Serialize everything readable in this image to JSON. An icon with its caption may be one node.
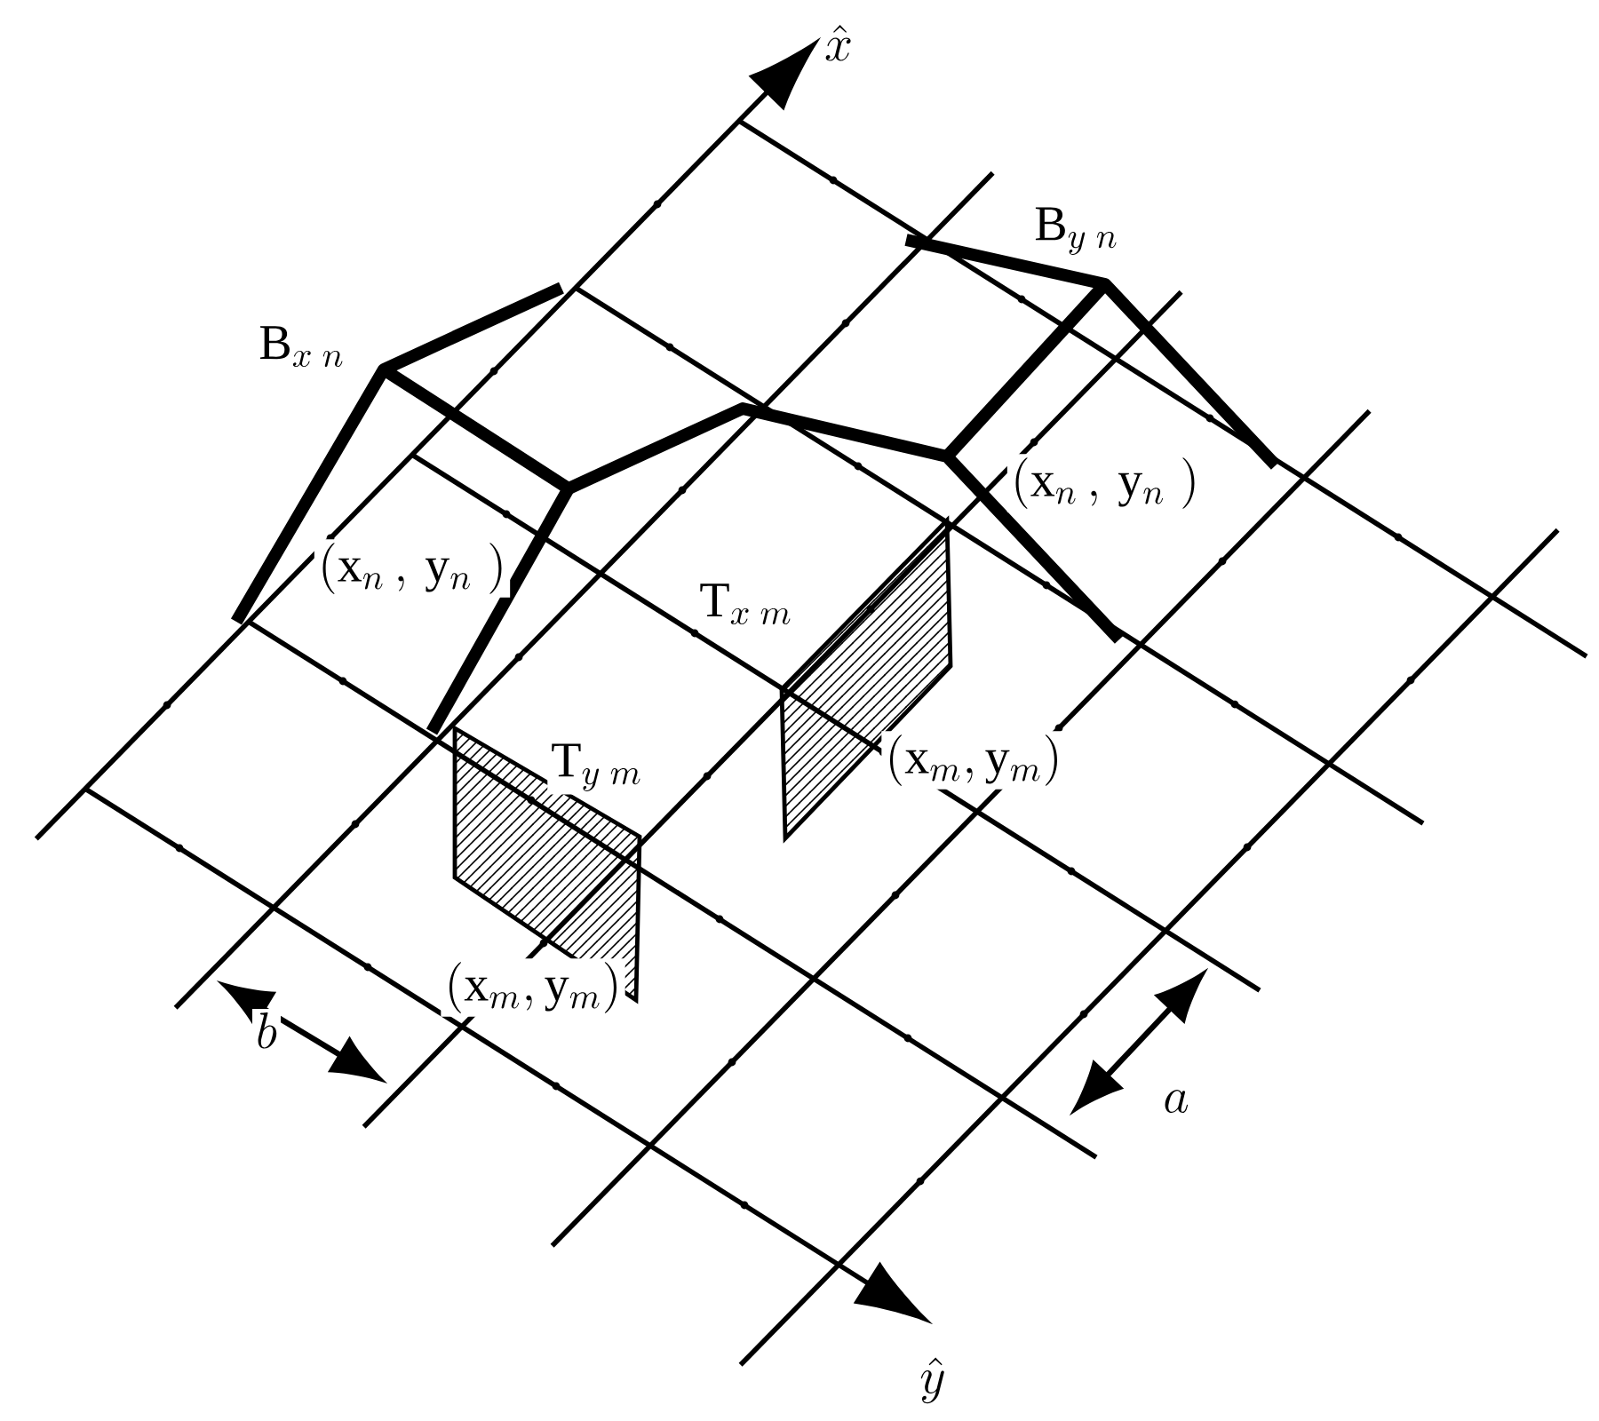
{
  "diagram": {
    "labels": [
      "\\hat{x}",
      "\\mathrm{B}_{y\\;n}",
      "\\mathrm{B}_{x\\;n}",
      "(\\mathrm{x}_{n}\\,,\\,\\mathrm{y}_{n}\\;)",
      "(\\mathrm{x}_{n}\\,,\\,\\mathrm{y}_{n}\\;)",
      "\\mathrm{T}_{x\\;m}",
      "\\mathrm{T}_{y\\;m}",
      "(\\mathrm{x}_{m},\\mathrm{y}_{m})",
      "(\\mathrm{x}_{m},\\mathrm{y}_{m})",
      "b",
      "a",
      "\\hat{y}"
    ]
  }
}
